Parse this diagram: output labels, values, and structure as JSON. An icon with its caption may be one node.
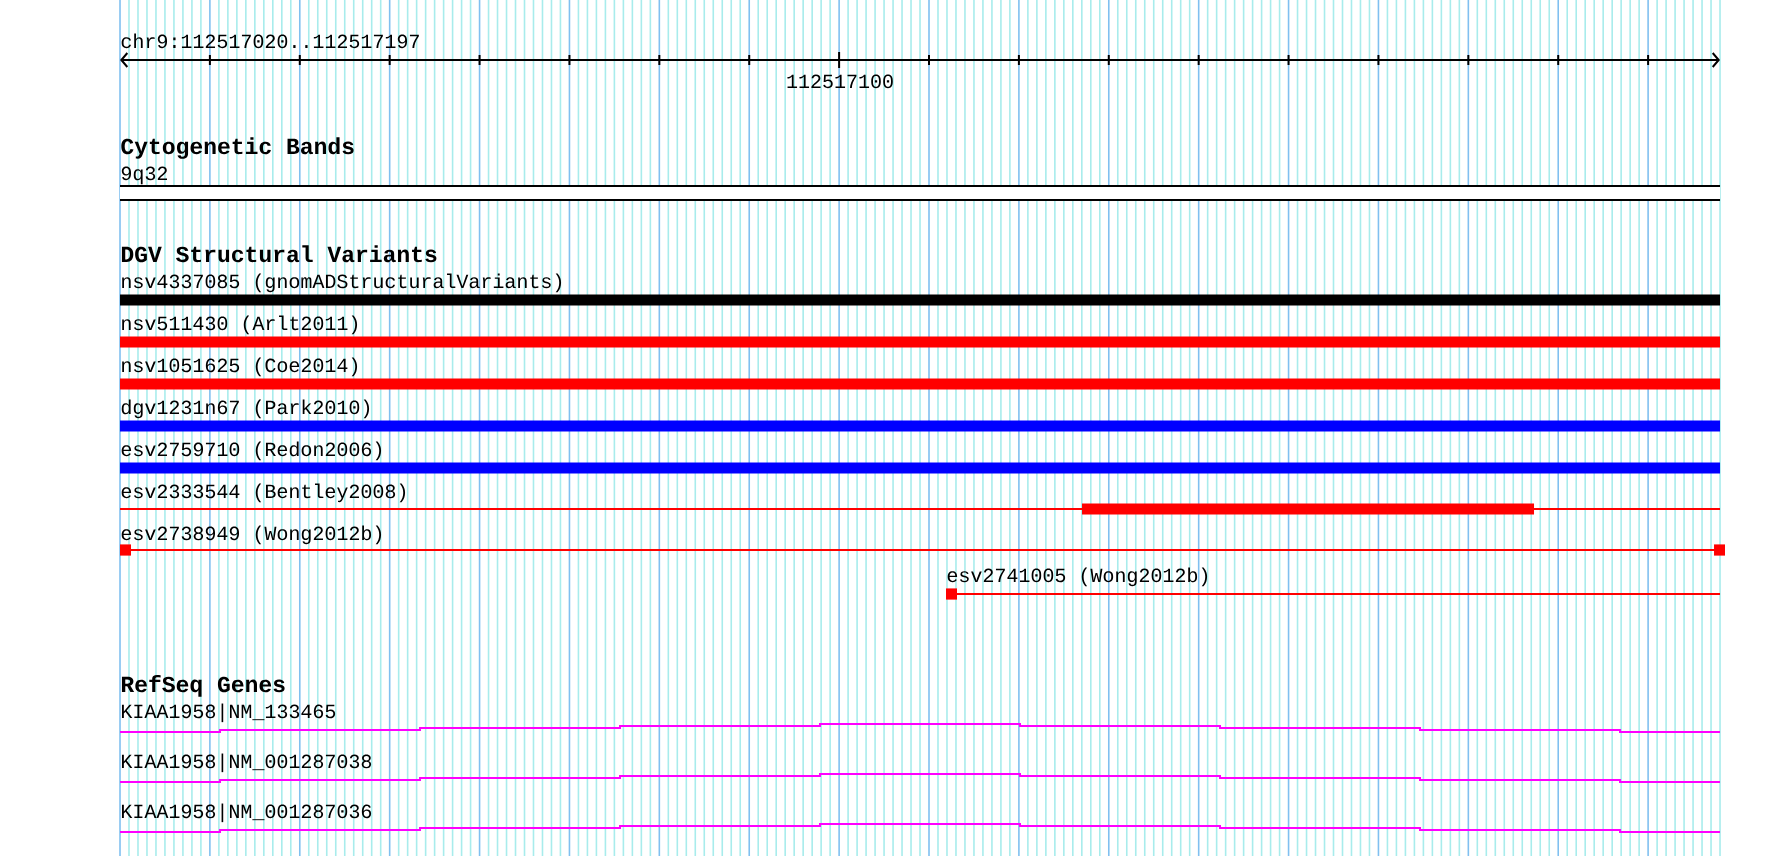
{
  "diagram": {
    "title": "chr9:112517020..112517197",
    "labels": [
      "112517100",
      "Cytogenetic Bands",
      "9q32",
      "DGV Structural Variants",
      "nsv4337085 (gnomADStructuralVariants)",
      "nsv511430 (Arlt2011)",
      "nsv1051625 (Coe2014)",
      "dgv1231n67 (Park2010)",
      "esv2759710 (Redon2006)",
      "esv2333544 (Bentley2008)",
      "esv2738949 (Wong2012b)",
      "esv2741005 (Wong2012b)",
      "RefSeq Genes",
      "KIAA1958|NM_133465",
      "KIAA1958|NM_001287038",
      "KIAA1958|NM_001287036"
    ]
  }
}
